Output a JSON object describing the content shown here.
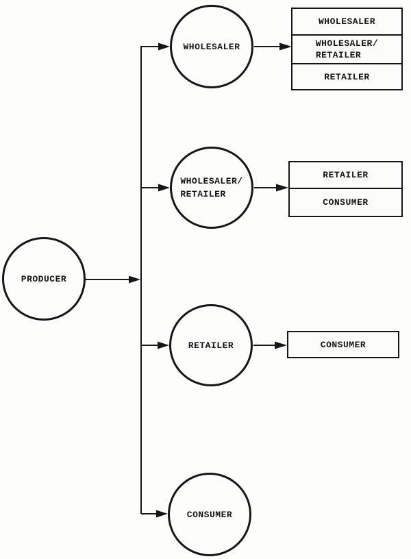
{
  "figure": {
    "description": "Distribution channel flow diagram",
    "colors": {
      "ink": "#161616",
      "background": "#fdfdfc",
      "text": "#141414"
    }
  },
  "nodes": {
    "producer": {
      "label": "PRODUCER"
    },
    "wholesaler": {
      "label": "WHOLESALER"
    },
    "wholesalerRetailer": {
      "line1": "WHOLESALER/",
      "line2": "RETAILER"
    },
    "retailer": {
      "label": "RETAILER"
    },
    "consumer": {
      "label": "CONSUMER"
    }
  },
  "stacks": {
    "wholesalerOutputs": {
      "row1": "WHOLESALER",
      "row2line1": "WHOLESALER/",
      "row2line2": "RETAILER",
      "row3": "RETAILER"
    },
    "wholesalerRetailerOutputs": {
      "row1": "RETAILER",
      "row2": "CONSUMER"
    },
    "retailerOutputs": {
      "row1": "CONSUMER"
    }
  }
}
